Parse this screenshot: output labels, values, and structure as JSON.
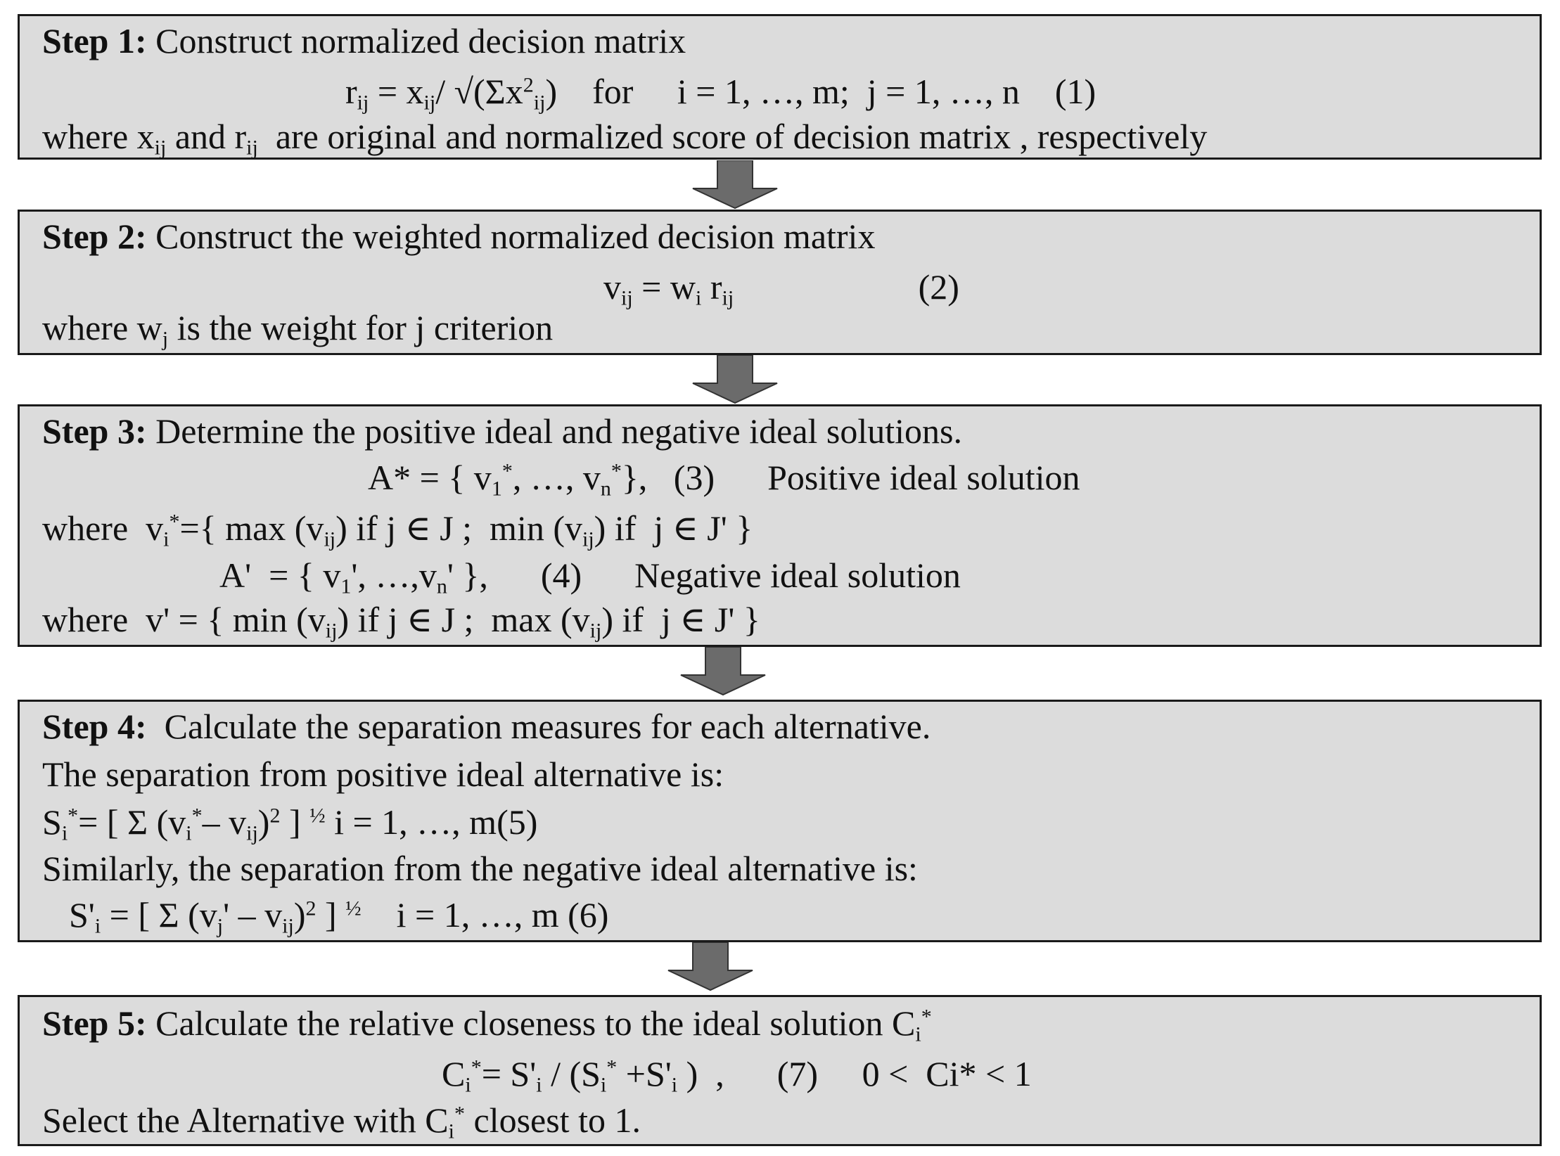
{
  "steps": [
    {
      "label": "Step 1:",
      "title": "Construct normalized decision matrix",
      "formula": "r_ij = x_ij/ √(Σx²_ij)    for    i = 1, …, m;  j = 1, …, n    (1)",
      "note": "where x_ij and r_ij are original and normalized score of decision matrix , respectively"
    },
    {
      "label": "Step 2:",
      "title": "Construct the weighted normalized decision matrix",
      "formula": "v_ij = w_i r_ij    (2)",
      "note": "where w_j is the weight for j criterion"
    },
    {
      "label": "Step 3:",
      "title": "Determine the positive ideal and negative ideal solutions.",
      "formula_pos": "A* = { v_1*, …, v_n*},    (3)      Positive ideal solution",
      "where_pos": "where  v_i* ={ max (v_ij) if j ∈ J ;  min (v_ij) if  j ∈ J' }",
      "formula_neg": "A'  = { v_1', …,v_n' },      (4)      Negative ideal solution",
      "where_neg": "where  v' = { min (v_ij) if j ∈ J ;  max (v_ij) if  j ∈ J' }"
    },
    {
      "label": "Step 4:",
      "title": "Calculate the separation measures for each alternative.",
      "pos_intro": "The separation from positive ideal alternative is:",
      "formula_pos": "S_i* = [ Σ (v_i* – v_ij)² ] ½ i = 1, …, m(5)",
      "neg_intro": "Similarly, the separation from the negative ideal alternative is:",
      "formula_neg": "S'_i = [ Σ (v_j' – v_ij)² ] ½   i = 1, …, m (6)"
    },
    {
      "label": "Step 5:",
      "title": "Calculate the relative closeness to the ideal solution C_i*",
      "formula": "C_i* = S'_i / (S_i* +S'_i ) ,      (7)     0 <  Ci* < 1",
      "note": "Select the Alternative with C_i* closest to 1."
    }
  ],
  "colors": {
    "box_fill": "#dcdcdc",
    "box_border": "#1a1a1a",
    "arrow_fill": "#6b6b6b"
  }
}
